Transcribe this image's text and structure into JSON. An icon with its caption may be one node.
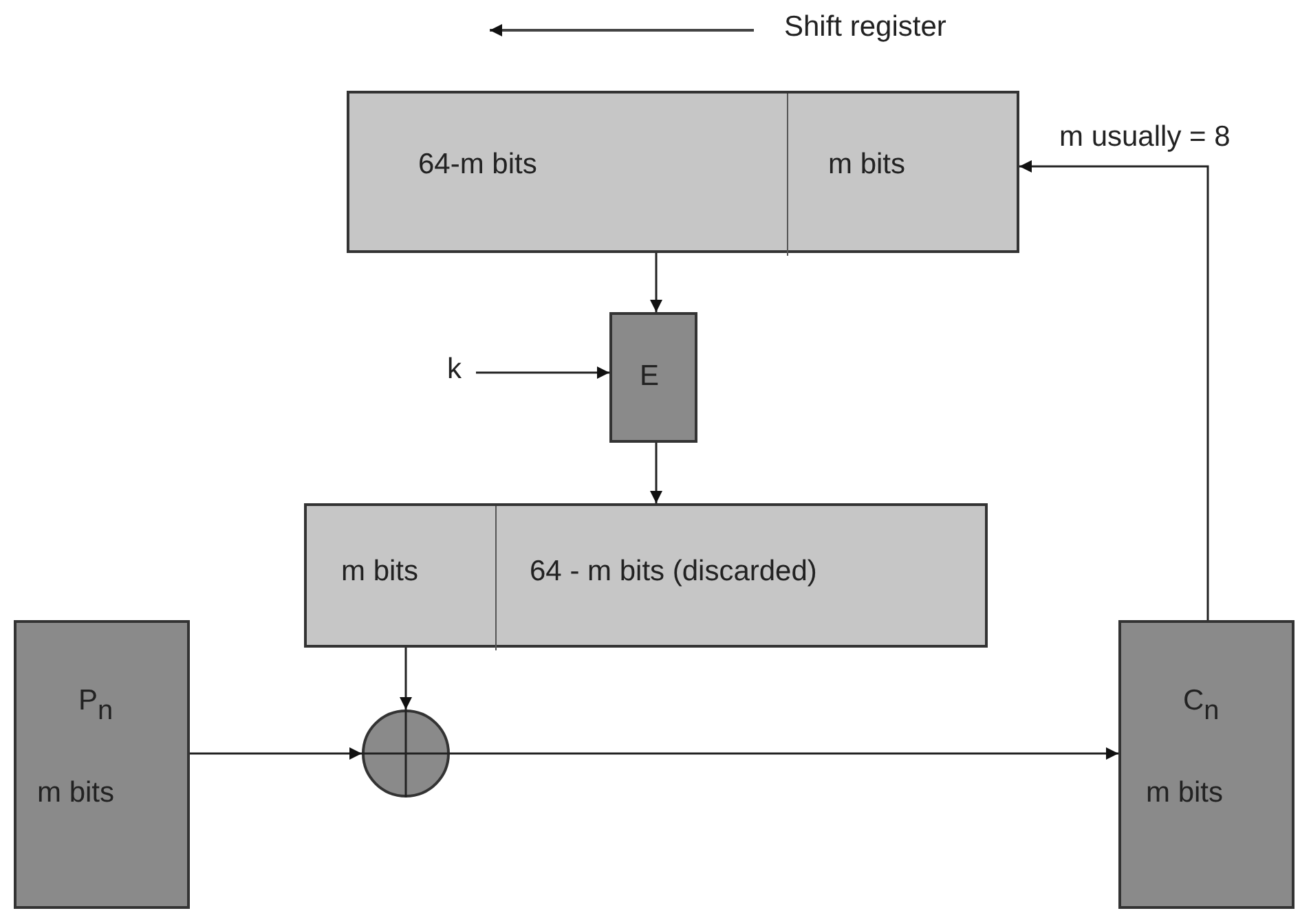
{
  "diagram": {
    "nodes": [
      {
        "text": [],
        "shape": "box"
      },
      {
        "text": [
          "64-m bits"
        ],
        "in": 0
      },
      {
        "text": [
          "m bits"
        ],
        "in": 0
      },
      {
        "text": [
          "E"
        ]
      },
      {
        "text": [
          "k"
        ]
      },
      {
        "text": [],
        "shape": "box"
      },
      {
        "text": [
          "m bits"
        ],
        "in": 5
      },
      {
        "text": [
          "64 - m bits (discarded)"
        ],
        "in": 5
      },
      {
        "text": [
          "P$_{n}$",
          "m bits"
        ]
      },
      {
        "text": [],
        "shape": "circle"
      },
      {
        "text": [
          "C$_{n}$",
          "m bits"
        ]
      }
    ],
    "edges": [
      {
        "from": 0,
        "to": 3,
        "arrow": "to"
      },
      {
        "from": 4,
        "to": 3,
        "arrow": "to"
      },
      {
        "from": 3,
        "to": 5,
        "arrow": "to"
      },
      {
        "from": 6,
        "to": 9,
        "arrow": "to"
      },
      {
        "from": 8,
        "to": 9,
        "arrow": "to"
      },
      {
        "from": 9,
        "to": 10,
        "arrow": "to"
      },
      {
        "from": 10,
        "to": 2,
        "arrow": "to"
      }
    ],
    "labels": [
      "Shift register",
      "m usually = 8"
    ]
  }
}
